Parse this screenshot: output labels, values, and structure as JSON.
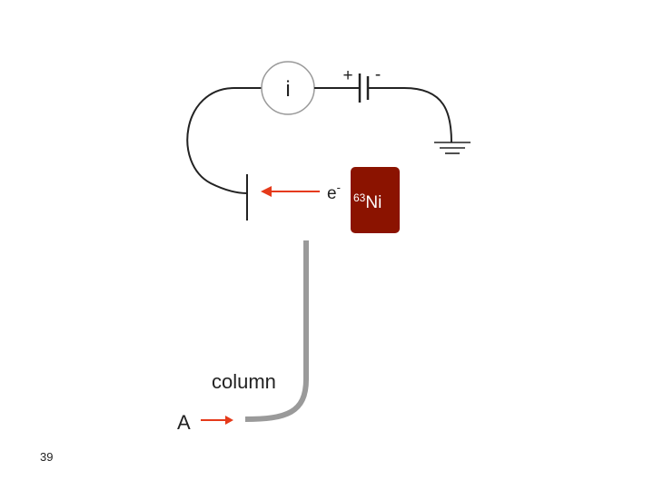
{
  "meter": {
    "symbol": "i"
  },
  "battery": {
    "plus": "+",
    "minus": "-"
  },
  "beta": {
    "particle": "e",
    "charge": "-"
  },
  "source": {
    "mass_number": "63",
    "element": "Ni",
    "fill_color": "#8b1300",
    "text_color": "#ffffff"
  },
  "column": {
    "label": "column"
  },
  "inlet": {
    "label": "A"
  },
  "colors": {
    "arrow": "#e53a1a",
    "wire": "#222222",
    "column": "#9a9a9a"
  },
  "page": {
    "number": "39"
  }
}
